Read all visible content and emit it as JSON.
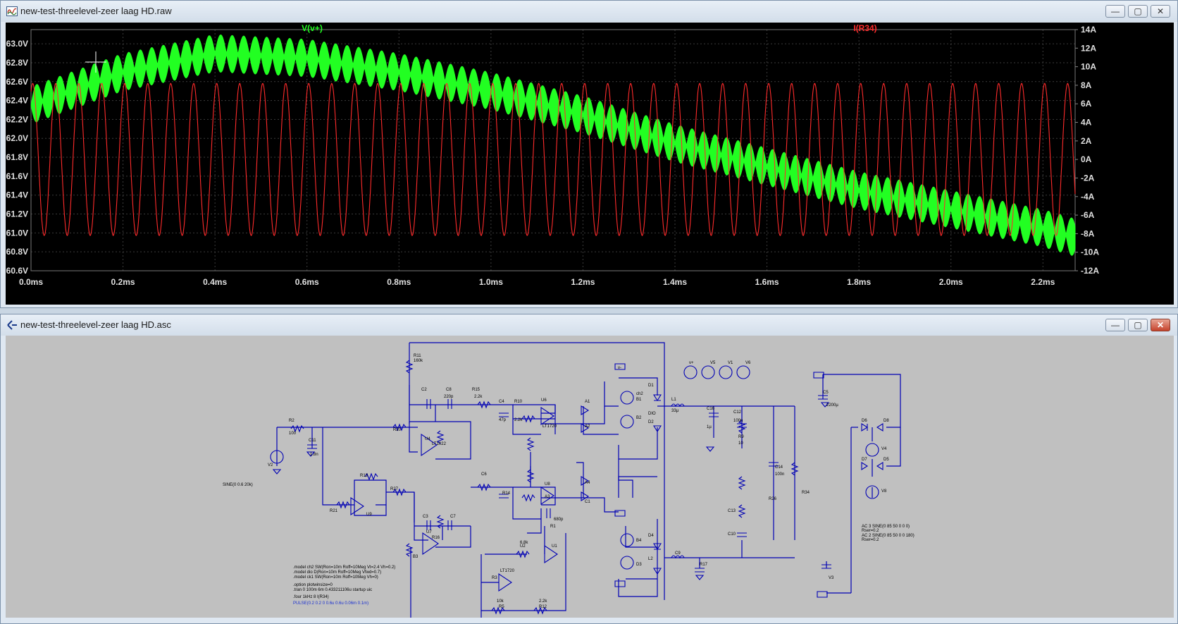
{
  "waveform_window": {
    "title": "new-test-threelevel-zeer laag HD.raw",
    "buttons": {
      "minimize": "—",
      "maximize": "▢",
      "close": "✕"
    },
    "trace_green_name": "V(v+)",
    "trace_red_name": "I(R34)",
    "colors": {
      "green": "#22ff22",
      "red": "#ff2b2b",
      "background": "#000000",
      "grid": "#555555"
    }
  },
  "schematic_window": {
    "title": "new-test-threelevel-zeer laag HD.asc",
    "buttons": {
      "minimize": "—",
      "maximize": "▢",
      "close": "✕"
    }
  },
  "chart_data": {
    "type": "line",
    "x_unit": "ms",
    "x_ticks": [
      "0.0ms",
      "0.2ms",
      "0.4ms",
      "0.6ms",
      "0.8ms",
      "1.0ms",
      "1.2ms",
      "1.4ms",
      "1.6ms",
      "1.8ms",
      "2.0ms",
      "2.2ms"
    ],
    "xlim": [
      0,
      2.27
    ],
    "y_left_ticks": [
      "63.0V",
      "62.8V",
      "62.6V",
      "62.4V",
      "62.2V",
      "62.0V",
      "61.8V",
      "61.6V",
      "61.4V",
      "61.2V",
      "61.0V",
      "60.8V",
      "60.6V"
    ],
    "y_left_lim": [
      60.6,
      63.15
    ],
    "y_right_ticks": [
      "14A",
      "12A",
      "10A",
      "8A",
      "6A",
      "4A",
      "2A",
      "0A",
      "-2A",
      "-4A",
      "-6A",
      "-8A",
      "-10A",
      "-12A"
    ],
    "y_right_lim": [
      -12,
      14
    ],
    "series": [
      {
        "name": "V(v+)",
        "axis": "left",
        "color": "#22ff22",
        "envelope_x": [
          0.0,
          0.2,
          0.4,
          0.6,
          0.8,
          1.0,
          1.2,
          1.4,
          1.6,
          1.8,
          2.0,
          2.2,
          2.27
        ],
        "envelope_center": [
          62.35,
          62.7,
          62.9,
          62.85,
          62.7,
          62.5,
          62.25,
          61.95,
          61.7,
          61.45,
          61.25,
          61.05,
          60.95
        ],
        "ripple_amplitude": 0.22,
        "ripple_frequency_khz": 20
      },
      {
        "name": "I(R34)",
        "axis": "right",
        "color": "#ff2b2b",
        "amplitude": 8.2,
        "offset": 0,
        "frequency_khz": 20
      }
    ]
  },
  "schematic": {
    "labels": [
      "R11",
      "160k",
      "C2",
      "C8",
      "220p",
      "R15",
      "2.2k",
      "C4",
      "R10",
      "47p",
      "2.2k",
      "U6",
      "LT1720",
      "A1",
      "A2",
      "ch2",
      "B1",
      "B2",
      "D1",
      "D2",
      "DIO",
      "L1",
      "33µ",
      "C16",
      "1µ",
      "C12",
      "100n",
      "R9",
      "10",
      "C14",
      "100n",
      "R26",
      "R34",
      "C5",
      "2200µ",
      "D6",
      "D8",
      "D7",
      "D5",
      "V4",
      "V8",
      "R2",
      "100",
      "C11",
      "1.8n",
      "R20",
      "U4",
      "LT1022",
      "V2",
      "R21",
      "R13",
      "R27",
      "U9",
      "C3",
      "C7",
      "U7",
      "R16",
      "C6",
      "R14",
      "U8",
      "A3",
      "A4",
      "C1",
      "680p",
      "R1",
      "6.8k",
      "U2",
      "U1",
      "LT1720",
      "R3",
      "10k",
      "R5",
      "2.2k",
      "R12",
      "B3",
      "B4",
      "D3",
      "D4",
      "L2",
      "C9",
      "R17",
      "C13",
      "C10",
      "V3",
      "V5",
      "V1",
      "V6",
      "v+",
      "v-"
    ],
    "sine_source": "SINE(0 0.6 20k)",
    "directives": [
      ".model ch2 SW(Ron=10m Roff=10Meg Vt=2.4 Vh=0.2)",
      ".model dio D(Ron=10m Roff=10Meg Vfwd=0.7)",
      ".model ck1 SW(Ron=10m Roff=10Meg Vh=0)",
      ".option plotwinsize=0",
      ".tran 0 100m 6m 0.433211106u startup uic",
      ".four 1kHz 8 I(R34)"
    ],
    "pulse_directive": "PULSE(0.2 0.2 0 0.6u 0.6u 0.06m 0.1m)",
    "ac_text": [
      "AC 3  SINE(0 85 50 0 0 0)",
      "Rser=0.2",
      "AC 2  SINE(0 85 50 0 0 180)",
      "Rser=0.2"
    ]
  }
}
